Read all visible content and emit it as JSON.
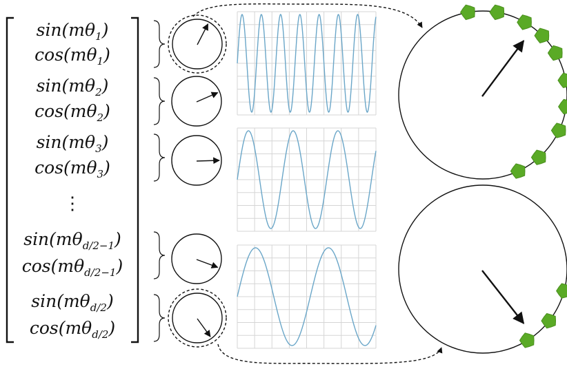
{
  "formulas": [
    {
      "fn": "sin",
      "sub": "1"
    },
    {
      "fn": "cos",
      "sub": "1"
    },
    {
      "fn": "sin",
      "sub": "2"
    },
    {
      "fn": "cos",
      "sub": "2"
    },
    {
      "fn": "sin",
      "sub": "3"
    },
    {
      "fn": "cos",
      "sub": "3"
    },
    {
      "fn": "sin",
      "sub": "d/2−1"
    },
    {
      "fn": "cos",
      "sub": "d/2−1"
    },
    {
      "fn": "sin",
      "sub": "d/2"
    },
    {
      "fn": "cos",
      "sub": "d/2"
    }
  ],
  "ellipsis": "⋮",
  "dials": [
    {
      "angle_deg": 62
    },
    {
      "angle_deg": 22
    },
    {
      "angle_deg": 0
    },
    {
      "angle_deg": -22
    },
    {
      "angle_deg": -55
    }
  ],
  "waves": [
    {
      "cycles": 7.2,
      "phase_deg": 0
    },
    {
      "cycles": 3.1,
      "phase_deg": 0
    },
    {
      "cycles": 1.9,
      "phase_deg": 0
    }
  ],
  "big_circles": [
    {
      "pointer_angle_deg": 55,
      "dot_angles_deg": [
        100,
        80,
        60,
        45,
        30,
        10,
        -8,
        -25,
        -48,
        -65
      ]
    },
    {
      "pointer_angle_deg": -55,
      "dot_angles_deg": [
        -15,
        -38,
        -58
      ]
    }
  ],
  "colors": {
    "wave": "#6aa6c8",
    "dot": "#5aaa26",
    "grid": "#d5d5d5",
    "ink": "#111111"
  }
}
